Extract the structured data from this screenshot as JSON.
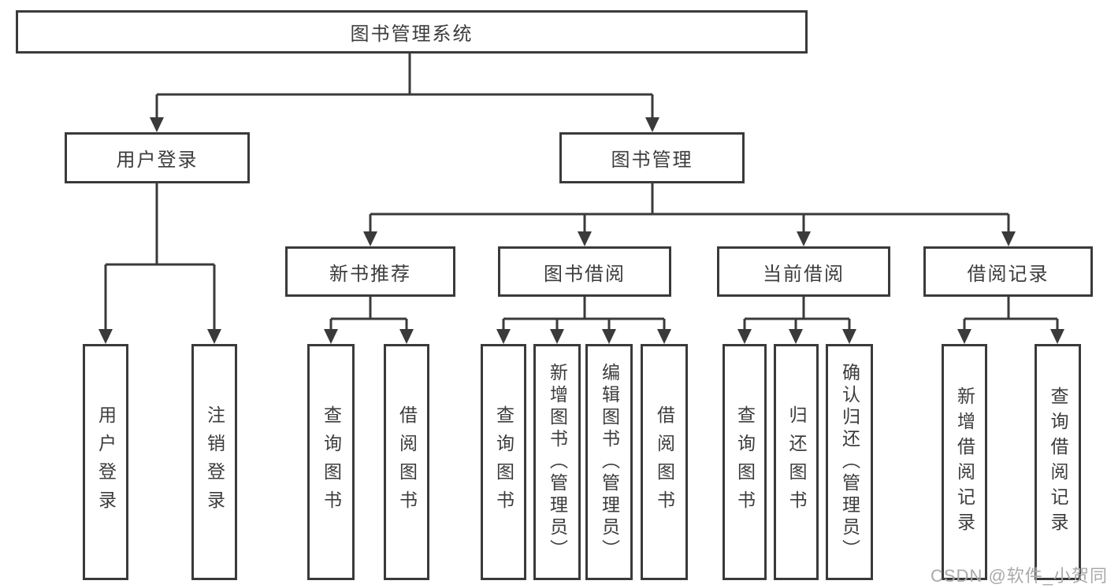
{
  "diagram_title": "图书管理系统",
  "nodes": {
    "root": "图书管理系统",
    "user_login": "用户登录",
    "book_mgmt": "图书管理",
    "new_book_rec": "新书推荐",
    "book_borrow": "图书借阅",
    "current_borrow": "当前借阅",
    "borrow_record": "借阅记录",
    "leaf_user_login": "用户登录",
    "leaf_logout": "注销登录",
    "leaf_query_book_1": "查询图书",
    "leaf_borrow_book_1": "借阅图书",
    "leaf_query_book_2": "查询图书",
    "leaf_add_book": "新增图书（管理员）",
    "leaf_edit_book": "编辑图书（管理员）",
    "leaf_borrow_book_2": "借阅图书",
    "leaf_query_book_3": "查询图书",
    "leaf_return_book": "归还图书",
    "leaf_confirm_return": "确认归还（管理员）",
    "leaf_add_record": "新增借阅记录",
    "leaf_query_record": "查询借阅记录"
  },
  "hierarchy": {
    "label": "图书管理系统",
    "children": [
      {
        "label": "用户登录",
        "children": [
          {
            "label": "用户登录"
          },
          {
            "label": "注销登录"
          }
        ]
      },
      {
        "label": "图书管理",
        "children": [
          {
            "label": "新书推荐",
            "children": [
              {
                "label": "查询图书"
              },
              {
                "label": "借阅图书"
              }
            ]
          },
          {
            "label": "图书借阅",
            "children": [
              {
                "label": "查询图书"
              },
              {
                "label": "新增图书（管理员）"
              },
              {
                "label": "编辑图书（管理员）"
              },
              {
                "label": "借阅图书"
              }
            ]
          },
          {
            "label": "当前借阅",
            "children": [
              {
                "label": "查询图书"
              },
              {
                "label": "归还图书"
              },
              {
                "label": "确认归还（管理员）"
              }
            ]
          },
          {
            "label": "借阅记录",
            "children": [
              {
                "label": "新增借阅记录"
              },
              {
                "label": "查询借阅记录"
              }
            ]
          }
        ]
      }
    ]
  },
  "watermark": "CSDN @软件_小贺同学",
  "colors": {
    "line": "#3a3a3a",
    "text": "#3c3c3c",
    "box_background": "#ffffff",
    "page_background": "#ffffff",
    "watermark": "#a9a9a9"
  }
}
